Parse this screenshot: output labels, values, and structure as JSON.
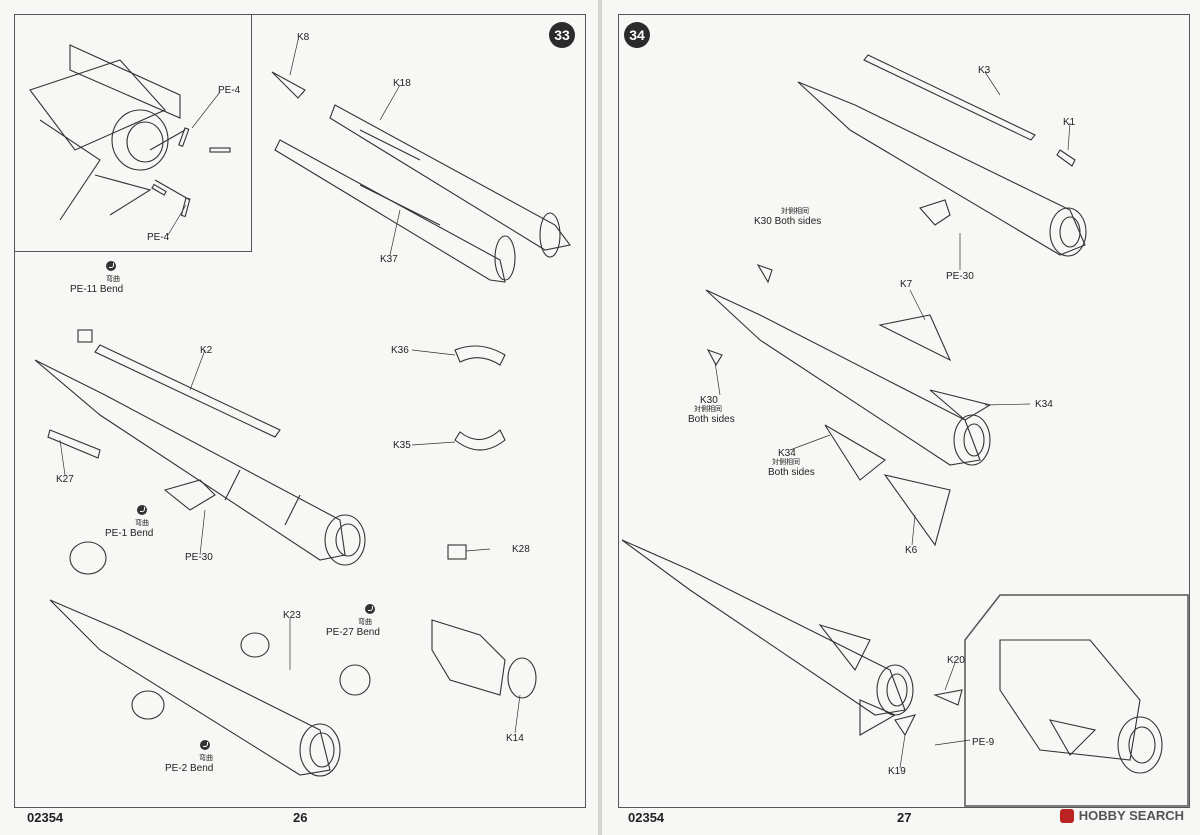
{
  "left_page": {
    "step_number": "33",
    "product_code": "02354",
    "page_number": "26",
    "labels": {
      "k8": "K8",
      "k18": "K18",
      "k37": "K37",
      "pe4_top": "PE-4",
      "pe4_bottom": "PE-4",
      "pe11": "PE-11",
      "bend_pe11_jp": "弯曲",
      "bend_pe11": "Bend",
      "k2": "K2",
      "k27": "K27",
      "pe1": "PE-1",
      "bend_pe1_jp": "弯曲",
      "bend_pe1": "Bend",
      "pe30": "PE-30",
      "k36": "K36",
      "k35": "K35",
      "k28": "K28",
      "k23": "K23",
      "pe27": "PE-27",
      "bend_pe27_jp": "弯曲",
      "bend_pe27": "Bend",
      "k14": "K14",
      "pe2": "PE-2",
      "bend_pe2_jp": "弯曲",
      "bend_pe2": "Bend"
    }
  },
  "right_page": {
    "step_number": "34",
    "product_code": "02354",
    "page_number": "27",
    "labels": {
      "k3": "K3",
      "k1": "K1",
      "k30_top": "K30",
      "k30_top_jp": "対側相同",
      "k30_top_note": "Both sides",
      "pe30": "PE-30",
      "k7": "K7",
      "k34_right": "K34",
      "k30_bottom": "K30",
      "k30_bottom_jp": "対側相同",
      "k30_bottom_note": "Both sides",
      "k34_left": "K34",
      "k34_left_jp": "対側相同",
      "k34_left_note": "Both sides",
      "k6": "K6",
      "k20": "K20",
      "pe9": "PE-9",
      "k19": "K19"
    }
  },
  "watermark": {
    "text": "HOBBY SEARCH"
  }
}
